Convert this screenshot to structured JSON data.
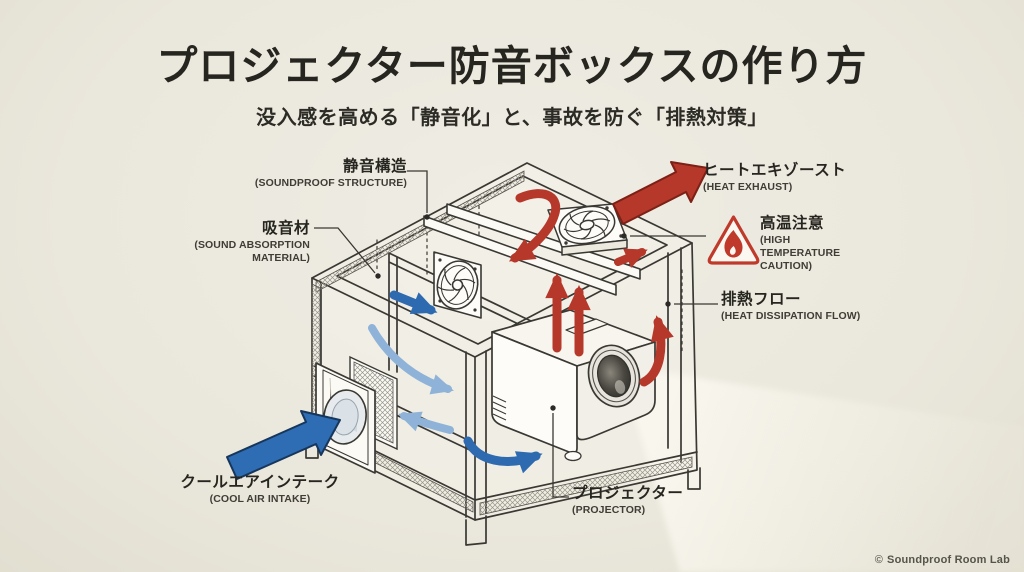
{
  "title": "プロジェクター防音ボックスの作り方",
  "subtitle": "没入感を高める「静音化」と、事故を防ぐ「排熱対策」",
  "labels": {
    "soundproof_structure": {
      "jp": "静音構造",
      "en": "(SOUNDPROOF STRUCTURE)"
    },
    "sound_absorption": {
      "jp": "吸音材",
      "en": "(SOUND ABSORPTION MATERIAL)"
    },
    "heat_exhaust": {
      "jp": "ヒートエキゾースト",
      "en": "(HEAT EXHAUST)"
    },
    "high_temperature": {
      "jp": "高温注意",
      "en": "(HIGH TEMPERATURE CAUTION)"
    },
    "heat_dissipation": {
      "jp": "排熱フロー",
      "en": "(HEAT DISSIPATION FLOW)"
    },
    "cool_air_intake": {
      "jp": "クールエアインテーク",
      "en": "(COOL AIR INTAKE)"
    },
    "projector": {
      "jp": "プロジェクター",
      "en": "(PROJECTOR)"
    }
  },
  "footer": {
    "copyright_symbol": "©",
    "text": "Soundproof Room Lab"
  },
  "colors": {
    "background": "#eae7dc",
    "line": "#3a3833",
    "hot": "#b5382b",
    "hot_outline": "#7d2015",
    "cool": "#2e6cb3",
    "cool_light": "#8fb3d8",
    "cool_outline": "#16365c",
    "warning": "#bf3a2b",
    "text": "#26251f"
  }
}
